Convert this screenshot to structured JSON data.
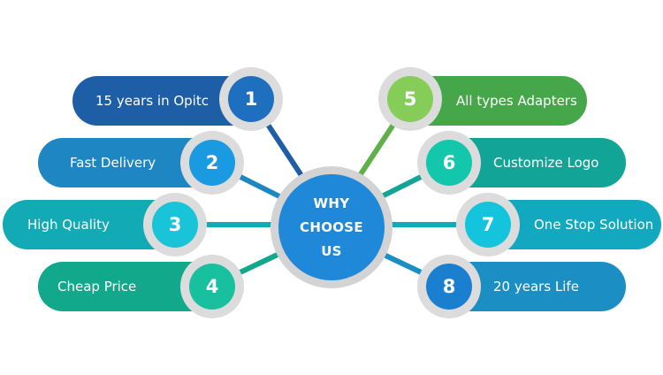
{
  "hub": {
    "label": "WHY\nCHOOSE\nUS",
    "color": "#1f88d8"
  },
  "colors": {
    "ring": "#dcdcdc",
    "hub_ring": "#d3d3d3"
  },
  "items": [
    {
      "number": "1",
      "label": "15 years in Opitc",
      "pill_color": "#1e5ea6",
      "disc_color": "#1f6fc1",
      "line_color": "#1e5ea6"
    },
    {
      "number": "2",
      "label": "Fast Delivery",
      "pill_color": "#1f86c4",
      "disc_color": "#1a9ae0",
      "line_color": "#1f86c4"
    },
    {
      "number": "3",
      "label": "High Quality",
      "pill_color": "#12aab5",
      "disc_color": "#19c4d8",
      "line_color": "#12aab5"
    },
    {
      "number": "4",
      "label": "Cheap Price",
      "pill_color": "#12a88c",
      "disc_color": "#18c0a0",
      "line_color": "#12a88c"
    },
    {
      "number": "5",
      "label": "All types Adapters",
      "pill_color": "#46a64a",
      "disc_color": "#86cc58",
      "line_color": "#5fb04a"
    },
    {
      "number": "6",
      "label": "Customize Logo",
      "pill_color": "#12a496",
      "disc_color": "#13c7ad",
      "line_color": "#12a496"
    },
    {
      "number": "7",
      "label": "One Stop Solution",
      "pill_color": "#12a9c0",
      "disc_color": "#14c4dc",
      "line_color": "#12a9c0"
    },
    {
      "number": "8",
      "label": "20 years Life",
      "pill_color": "#1b8fc4",
      "disc_color": "#1b7fd0",
      "line_color": "#1b8fc4"
    }
  ]
}
